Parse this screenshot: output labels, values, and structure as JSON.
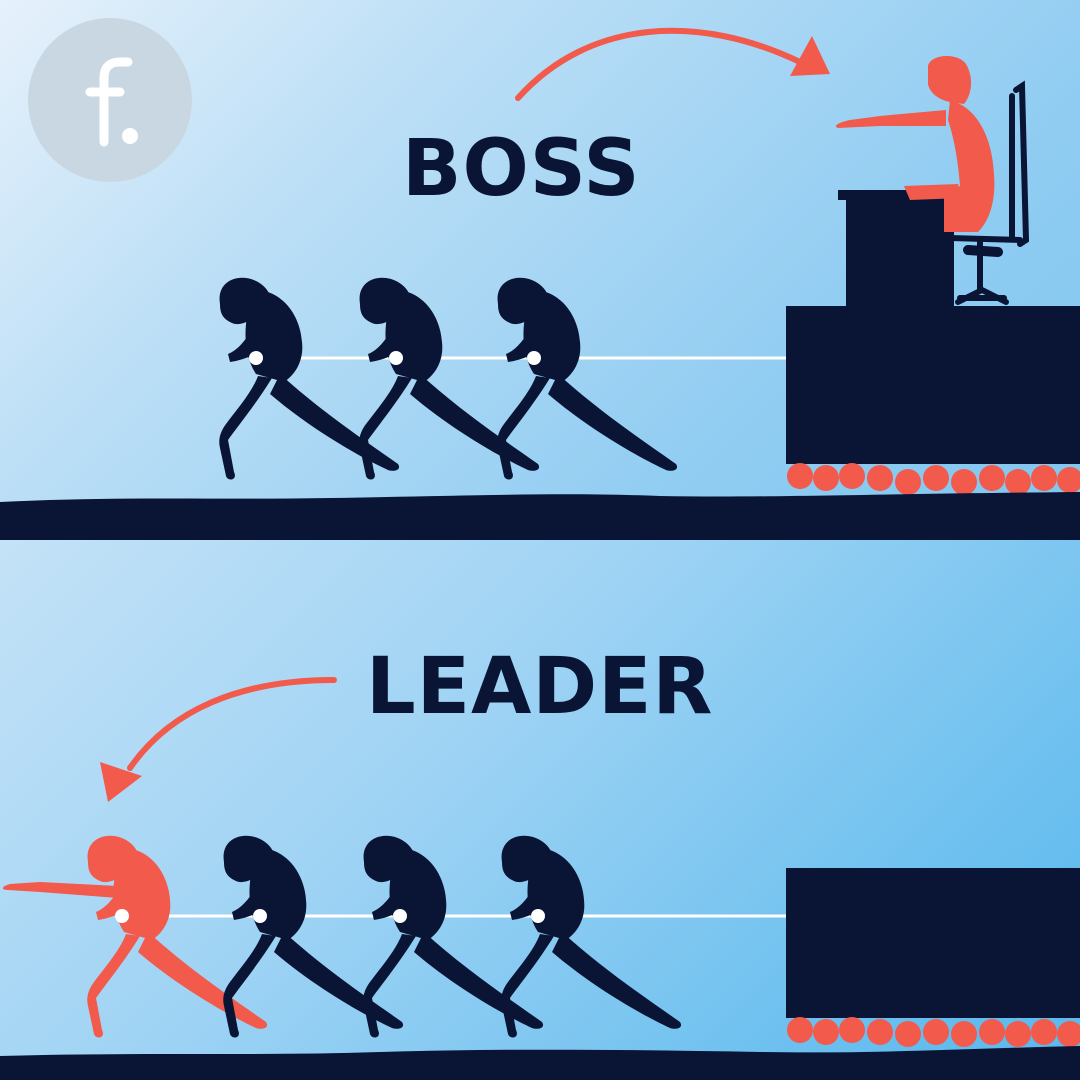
{
  "brand": {
    "logo_letter": "f."
  },
  "top_panel": {
    "title": "BOSS"
  },
  "bottom_panel": {
    "title": "LEADER"
  },
  "colors": {
    "dark_navy": "#0a1535",
    "accent_coral": "#f25a4c",
    "rope_white": "#ffffff"
  },
  "icons": [
    "logo-icon",
    "curved-arrow-icon",
    "worker-figure-icon",
    "boss-figure-icon",
    "leader-figure-icon",
    "office-chair-icon",
    "desk-icon",
    "roller-icon"
  ]
}
